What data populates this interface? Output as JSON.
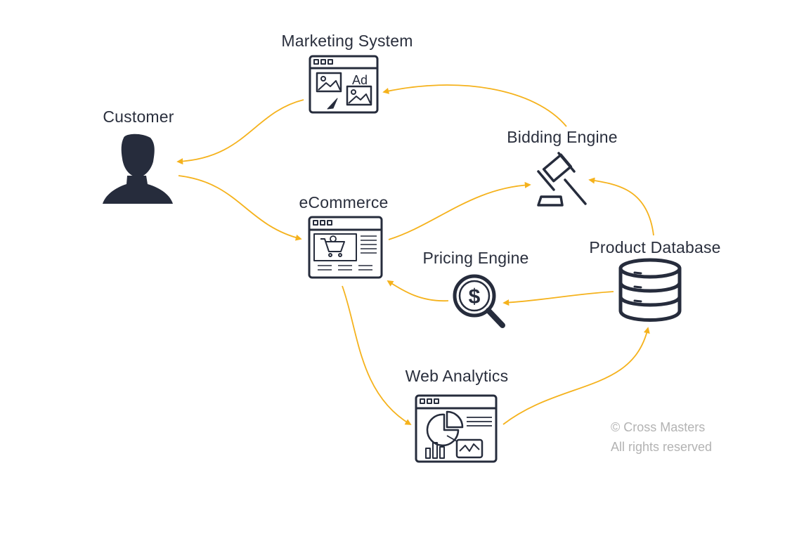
{
  "nodes": {
    "marketing": {
      "label": "Marketing System",
      "ad_text": "Ad",
      "icon": "ad-browser-icon"
    },
    "customer": {
      "label": "Customer",
      "icon": "person-icon"
    },
    "bidding": {
      "label": "Bidding Engine",
      "icon": "gavel-icon"
    },
    "ecommerce": {
      "label": "eCommerce",
      "icon": "shopping-cart-browser-icon"
    },
    "pricing": {
      "label": "Pricing Engine",
      "currency_symbol": "$",
      "icon": "dollar-magnifier-icon"
    },
    "database": {
      "label": "Product Database",
      "icon": "database-icon"
    },
    "analytics": {
      "label": "Web Analytics",
      "icon": "analytics-browser-icon"
    }
  },
  "edges": [
    {
      "from": "customer",
      "to": "ecommerce"
    },
    {
      "from": "marketing",
      "to": "customer"
    },
    {
      "from": "bidding",
      "to": "marketing"
    },
    {
      "from": "ecommerce",
      "to": "bidding"
    },
    {
      "from": "database",
      "to": "bidding"
    },
    {
      "from": "database",
      "to": "pricing"
    },
    {
      "from": "pricing",
      "to": "ecommerce"
    },
    {
      "from": "ecommerce",
      "to": "analytics"
    },
    {
      "from": "analytics",
      "to": "database"
    }
  ],
  "colors": {
    "arrow": "#f5b21c",
    "icon": "#262c3c",
    "copyright": "#b3b3b3"
  },
  "copyright": {
    "line1": "© Cross Masters",
    "line2": "All rights reserved"
  }
}
